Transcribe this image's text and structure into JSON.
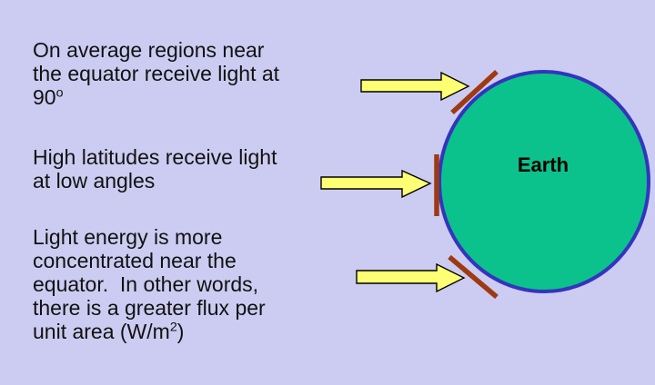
{
  "slide": {
    "text_block": {
      "para1": {
        "line1": "On average regions near",
        "line2": "the equator receive light at",
        "line3_base": "90",
        "line3_sup": "o"
      },
      "para2": {
        "line1": "High latitudes receive light",
        "line2": "at low angles"
      },
      "para3": {
        "line1": "Light energy is more",
        "line2": "concentrated near the",
        "line3": "equator.  In other words,",
        "line4": "there is a greater flux per",
        "line5_base": "unit area (W/m",
        "line5_sup": "2",
        "line5_tail": ")"
      }
    },
    "earth_label": "Earth"
  },
  "colors": {
    "background": "#CCCCF2",
    "text": "#111111",
    "earth_fill": "#0CC28C",
    "earth_border": "#3434BE",
    "arrow_fill": "#FFFF73",
    "arrow_border": "#000000",
    "tangent_line": "#9E3A12",
    "earth_label_text": "#000000"
  }
}
